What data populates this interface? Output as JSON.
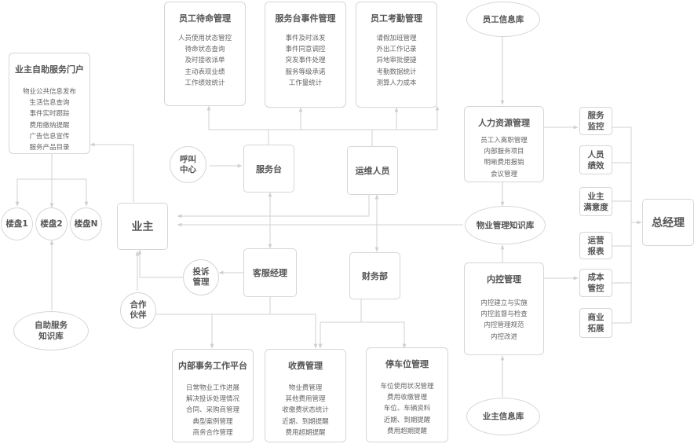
{
  "portal": {
    "title": "业主自助服务门户",
    "items": [
      "物业公共信息发布",
      "生活信息查询",
      "事件实时跟踪",
      "费用缴纳提醒",
      "广告信息宣传",
      "服务产品目录"
    ]
  },
  "staff_tasks": {
    "title": "员工待命管理",
    "items": [
      "人员使用状态管控",
      "待命状态查询",
      "及时接收派单",
      "主动表现业绩",
      "工作绩效统计"
    ]
  },
  "desk_events": {
    "title": "服务台事件管理",
    "items": [
      "事件及时派发",
      "事件同意调控",
      "突发事件处理",
      "服务等级承诺",
      "工作量统计"
    ]
  },
  "attendance": {
    "title": "员工考勤管理",
    "items": [
      "请假加班管理",
      "外出工作记录",
      "异地审批便捷",
      "考勤数据统计",
      "测算人力成本"
    ]
  },
  "staff_db": {
    "label": "员工信息库"
  },
  "hr": {
    "title": "人力资源管理",
    "items": [
      "员工入离职管理",
      "内部服务项目",
      "明晰费用报销",
      "会议管理"
    ]
  },
  "knowledge": {
    "label": "物业管理知识库"
  },
  "internal_ctrl": {
    "title": "内控管理",
    "items": [
      "内控建立与实施",
      "内控监督与检查",
      "内控管理规范",
      "内控改进"
    ]
  },
  "owner_db": {
    "label": "业主信息库"
  },
  "kpis": [
    "服务\n监控",
    "人员\n绩效",
    "业主\n满意度",
    "运营\n报表",
    "成本\n管控",
    "商业\n拓展"
  ],
  "gm": {
    "label": "总经理"
  },
  "owner": {
    "label": "业主"
  },
  "buildings": [
    "楼盘1",
    "楼盘2",
    "楼盘N"
  ],
  "self_kb": {
    "label": "自助服务\n知识库"
  },
  "call_center": {
    "label": "呼叫\n中心"
  },
  "service_desk": {
    "label": "服务台"
  },
  "ops_staff": {
    "label": "运维人员"
  },
  "complaint": {
    "label": "投诉\n管理"
  },
  "cs_manager": {
    "label": "客服经理"
  },
  "finance": {
    "label": "财务部"
  },
  "partner": {
    "label": "合作\n伙伴"
  },
  "internal_platform": {
    "title": "内部事务工作平台",
    "items": [
      "日常物业工作进展",
      "解决投诉处理情况",
      "合同、采购商管理",
      "典型案例管理",
      "商务合作管理"
    ]
  },
  "fees": {
    "title": "收费管理",
    "items": [
      "物业费管理",
      "其他费用管理",
      "收缴费状态统计",
      "近期、到期提醒",
      "费用超期提醒"
    ]
  },
  "parking": {
    "title": "停车位管理",
    "items": [
      "车位使用状况管理",
      "费用收缴管理",
      "车位、车辆资料",
      "近期、到期提醒",
      "费用超期提醒"
    ]
  }
}
